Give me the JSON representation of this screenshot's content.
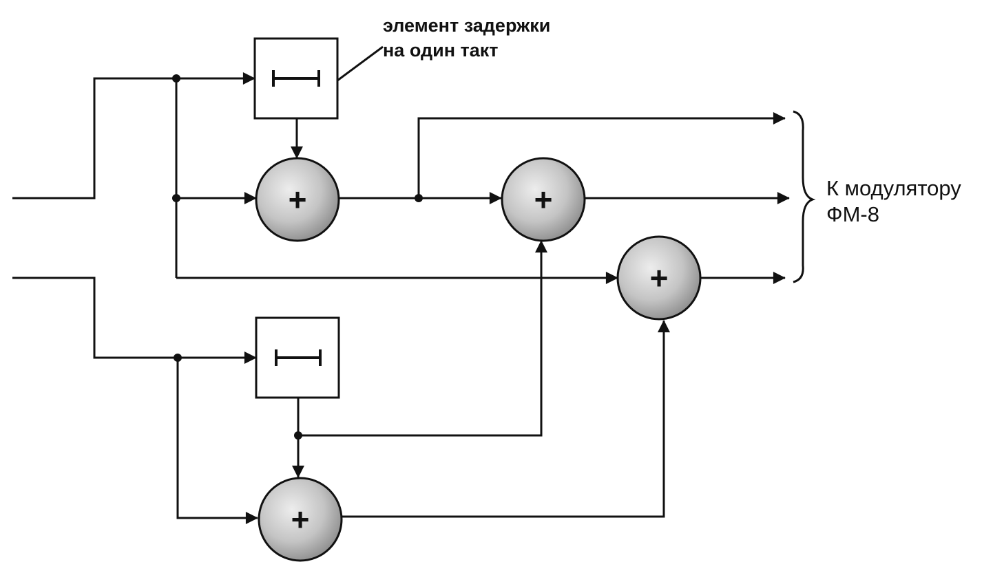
{
  "diagram": {
    "delay_label": {
      "line1": "элемент задержки",
      "line2": "на один такт"
    },
    "destination": {
      "line1": "К модулятору",
      "line2": "ФМ-8"
    },
    "adder_symbol": "+",
    "colors": {
      "ink": "#111111",
      "adder_fill_light": "#e6e6e6",
      "adder_fill_dark": "#9a9a9a",
      "background": "#ffffff"
    },
    "icons": {
      "delay": "delay-bar-icon",
      "adder": "plus-icon"
    }
  }
}
